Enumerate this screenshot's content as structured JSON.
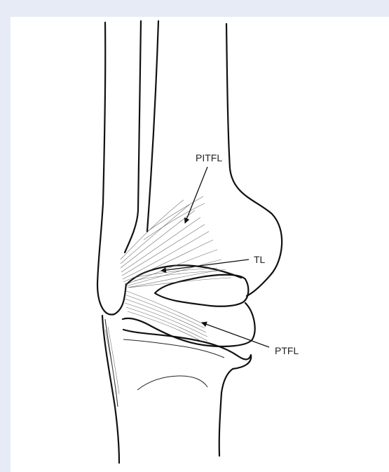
{
  "labels": {
    "pitfl": "PITFL",
    "tl": "TL",
    "ptfl": "PTFL"
  },
  "colors": {
    "frame_background": "#e6ebf5",
    "canvas_background": "#ffffff",
    "line_color": "#111111"
  }
}
